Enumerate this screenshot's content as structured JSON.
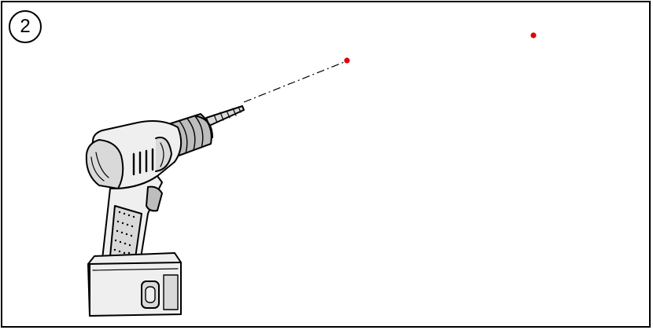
{
  "step": {
    "number": "2"
  },
  "colors": {
    "marker": "#e00000",
    "outline": "#000000",
    "body_light": "#efefef",
    "body_mid": "#d9d9d9",
    "body_dark": "#bdbdbd"
  },
  "icons": [
    "cordless-drill-icon",
    "drill-bit-icon",
    "battery-pack-icon"
  ],
  "markers": [
    "drill-target-mark",
    "second-hole-mark"
  ]
}
